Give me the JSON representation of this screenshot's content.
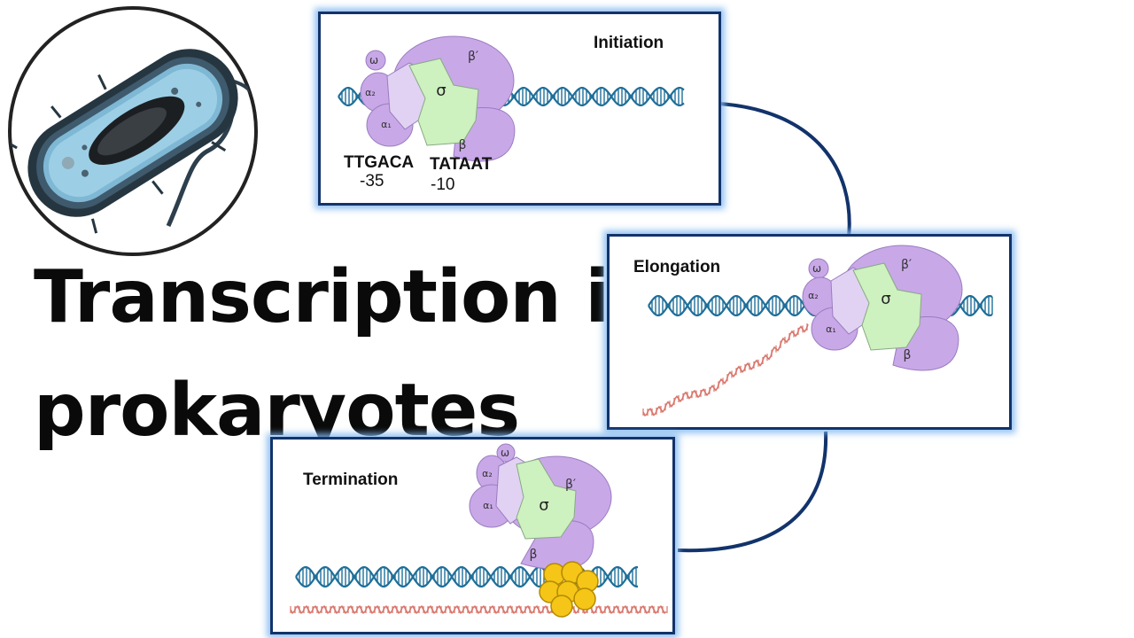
{
  "title": {
    "line1": "Transcription in",
    "line2": "prokaryotes"
  },
  "panels": {
    "initiation": {
      "label": "Initiation",
      "seq_35": "TTGACA",
      "pos_35": "-35",
      "seq_10": "TATAAT",
      "pos_10": "-10"
    },
    "elongation": {
      "label": "Elongation"
    },
    "termination": {
      "label": "Termination"
    }
  },
  "subunits": {
    "omega": "ω",
    "alpha2": "α₂",
    "alpha1": "α₁",
    "beta_prime": "β′",
    "beta": "β",
    "sigma": "σ"
  },
  "colors": {
    "frame": "#12336b",
    "dna": "#1f6f99",
    "rna": "#d9756b",
    "polymerase": "#c9a8e8",
    "sigma": "#cdf1bf",
    "rho": "#f5c518"
  }
}
